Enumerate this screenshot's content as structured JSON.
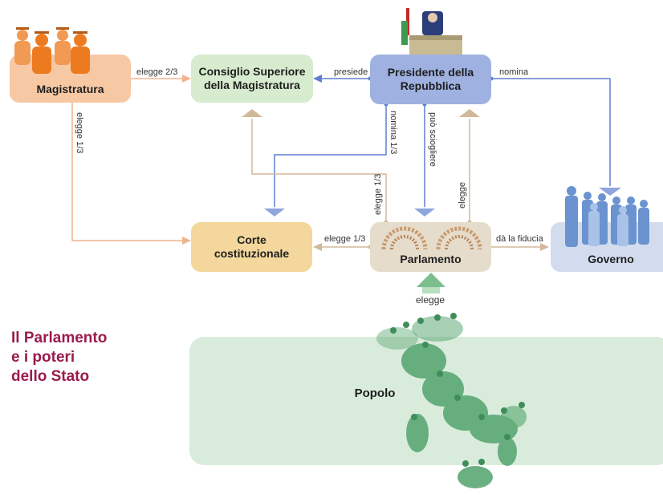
{
  "title": {
    "lines": [
      "Il Parlamento",
      "e i poteri",
      "dello Stato"
    ]
  },
  "nodes": {
    "magistratura": "Magistratura",
    "csm": [
      "Consiglio Superiore",
      "della Magistratura"
    ],
    "presidente": [
      "Presidente della",
      "Repubblica"
    ],
    "corte": [
      "Corte",
      "costituzionale"
    ],
    "parlamento": "Parlamento",
    "governo": "Governo",
    "popolo": "Popolo"
  },
  "edges": {
    "elegge_2_3": "elegge 2/3",
    "presiede": "presiede",
    "nomina": "nomina",
    "elegge_1_3_magistratura": "elegge 1/3",
    "nomina_1_3": "nomina 1/3",
    "puo_sciogliere": "può sciogliere",
    "elegge_1_3_parlamento_csm": "elegge 1/3",
    "elegge_presidente": "elegge",
    "elegge_1_3_corte": "elegge 1/3",
    "da_la_fiducia": "dà la fiducia",
    "popolo_elegge": "elegge"
  },
  "colors": {
    "title": "#9b1a4b",
    "magistratura": "#f7c8a4",
    "csm": "#d7ebcf",
    "presidente": "#9fb1e0",
    "corte": "#f3d79c",
    "parlamento": "#e6dccb",
    "governo": "#d3dcee",
    "popolo": "#d9ecdb",
    "line_orange": "#f0b48c",
    "line_blue": "#5e7fcf",
    "line_tan": "#d2b89a"
  },
  "icons": {
    "magistratura": "judges-icon",
    "presidente": "president-desk-icon",
    "parlamento": "parliament-hemicycle-icon",
    "governo": "government-people-icon",
    "popolo": "italy-map-people-icon"
  }
}
